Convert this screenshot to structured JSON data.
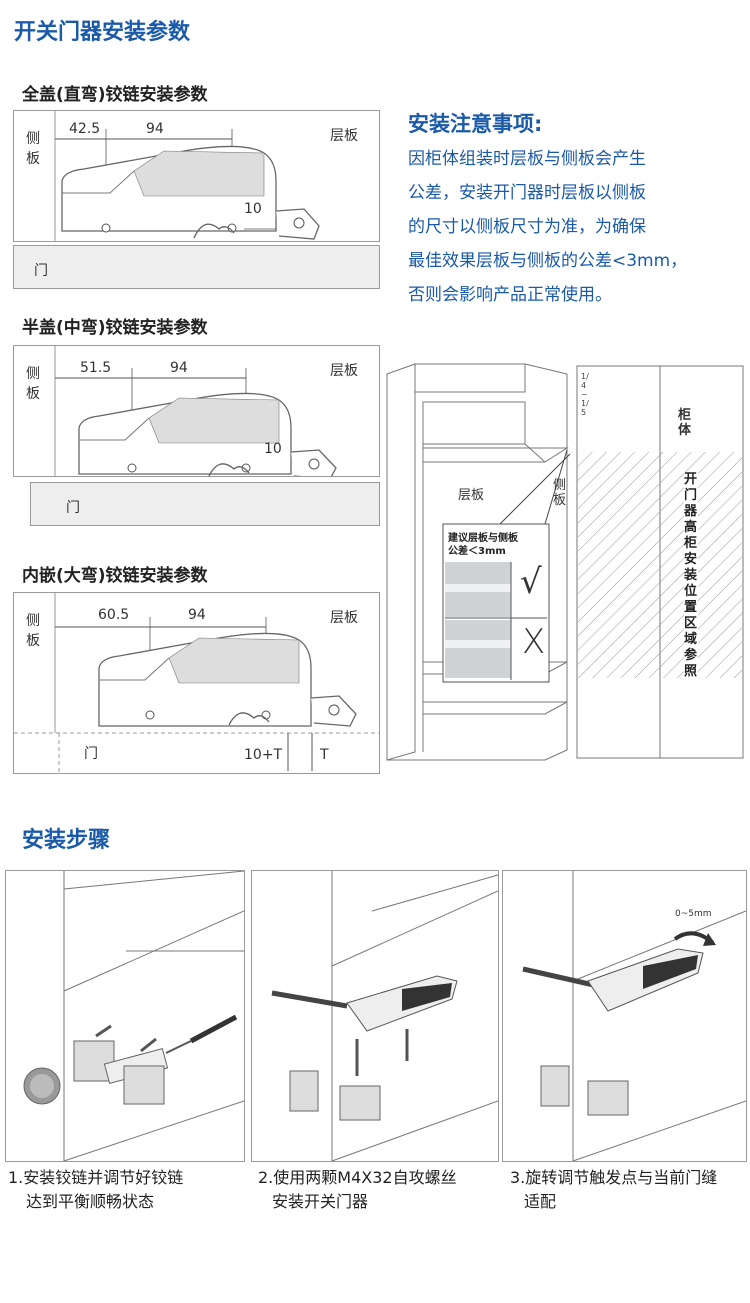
{
  "page_title": "开关门器安装参数",
  "sections": [
    {
      "heading": "全盖(直弯)铰链安装参数",
      "side_label": "侧\n板",
      "side_label_top": "侧",
      "side_label_bottom": "板",
      "shelf_label": "层板",
      "door_label": "门",
      "dim_left": "42.5",
      "dim_right": "94",
      "dim_vertical": "10"
    },
    {
      "heading": "半盖(中弯)铰链安装参数",
      "side_label_top": "侧",
      "side_label_bottom": "板",
      "shelf_label": "层板",
      "door_label": "门",
      "dim_left": "51.5",
      "dim_right": "94",
      "dim_vertical": "10"
    },
    {
      "heading": "内嵌(大弯)铰链安装参数",
      "side_label_top": "侧",
      "side_label_bottom": "板",
      "shelf_label": "层板",
      "door_label": "门",
      "dim_left": "60.5",
      "dim_right": "94",
      "dim_vertical_a": "10+T",
      "dim_vertical_b": "T"
    }
  ],
  "notes": {
    "title": "安装注意事项:",
    "lines": [
      "因柜体组装时层板与侧板会产生",
      "公差，安装开门器时层板以侧板",
      "的尺寸以侧板尺寸为准，为确保",
      "最佳效果层板与侧板的公差<3mm，",
      "否则会影响产品正常使用。"
    ]
  },
  "cabinet": {
    "shelf_label": "层板",
    "side_label": "侧板",
    "callout_line1": "建议层板与侧板",
    "callout_line2": "公差＜3mm",
    "check": "√",
    "cross": "X",
    "body_label": "柜体",
    "zone_label": "开门器高柜安装位置区域参照",
    "tiny_label": "1/4~1/5"
  },
  "steps_title": "安装步骤",
  "steps": [
    {
      "line1": "1.安装铰链并调节好铰链",
      "line2": "达到平衡顺畅状态"
    },
    {
      "line1": "2.使用两颗M4X32自攻螺丝",
      "line2": "安装开关门器"
    },
    {
      "line1": "3.旋转调节触发点与当前门缝",
      "line2": "适配"
    }
  ],
  "step3_gap_label": "0~5mm",
  "colors": {
    "accent": "#1a5aa8",
    "line": "#9a9a9a",
    "shelf_fill": "#eeeeee"
  }
}
